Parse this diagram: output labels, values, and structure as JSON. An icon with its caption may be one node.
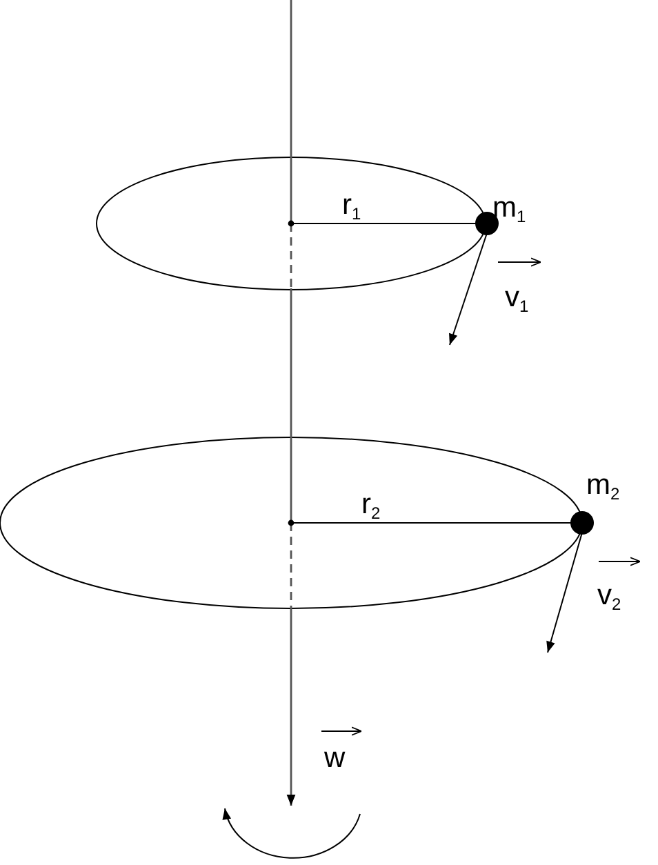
{
  "diagram": {
    "labels": [
      "r$_{1}$",
      "m$_{1}$",
      "v$_{1}$",
      "r$_{2}$",
      "m$_{2}$",
      "v$_{2}$",
      "w"
    ]
  }
}
